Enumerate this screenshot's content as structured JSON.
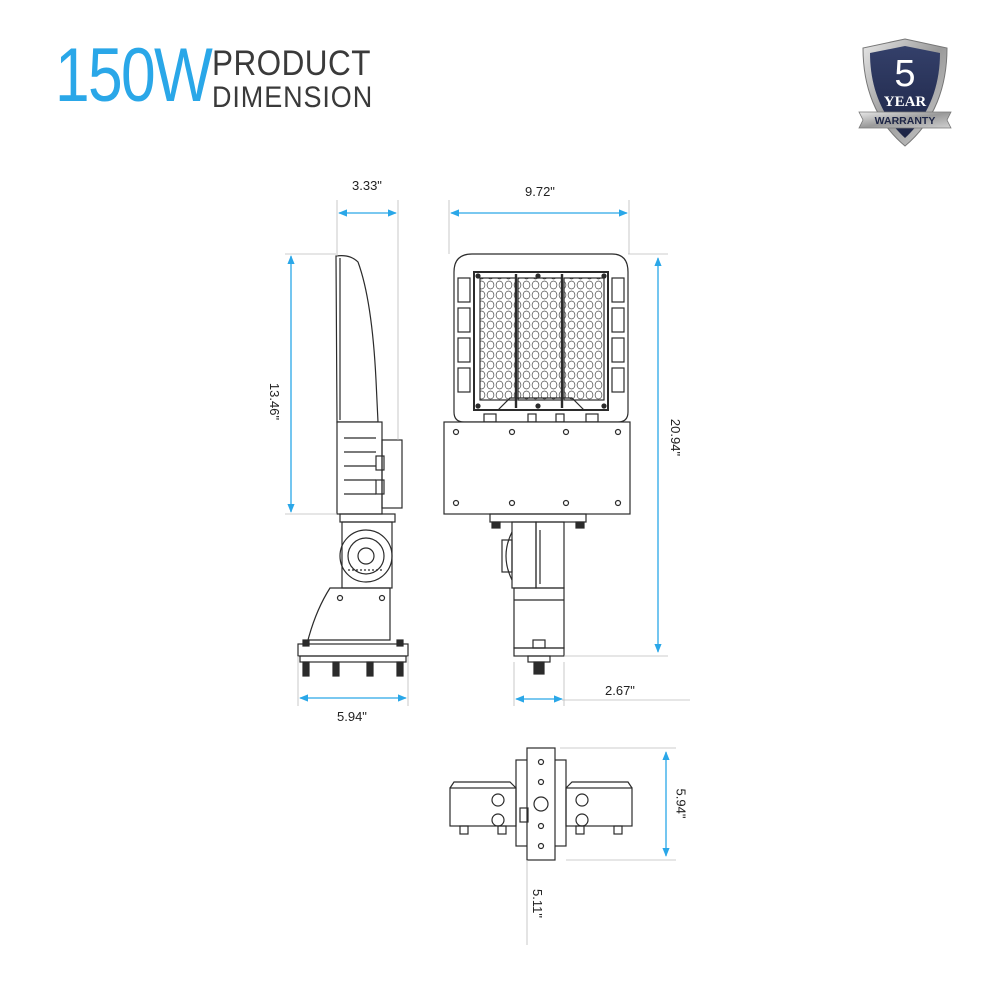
{
  "header": {
    "wattage": "150W",
    "title_line1": "PRODUCT",
    "title_line2": "DIMENSION"
  },
  "badge": {
    "number": "5",
    "year": "YEAR",
    "warranty": "WARRANTY"
  },
  "dimensions": {
    "side_depth": "3.33\"",
    "side_height": "13.46\"",
    "mount_width": "5.94\"",
    "front_width": "9.72\"",
    "total_height": "20.94\"",
    "arm_offset": "2.67\"",
    "bottom_depth": "5.94\"",
    "bottom_width": "5.11\""
  },
  "colors": {
    "accent": "#2aa7e8",
    "line": "#2b2b2b",
    "dimension_arrow": "#2aa7e8"
  }
}
